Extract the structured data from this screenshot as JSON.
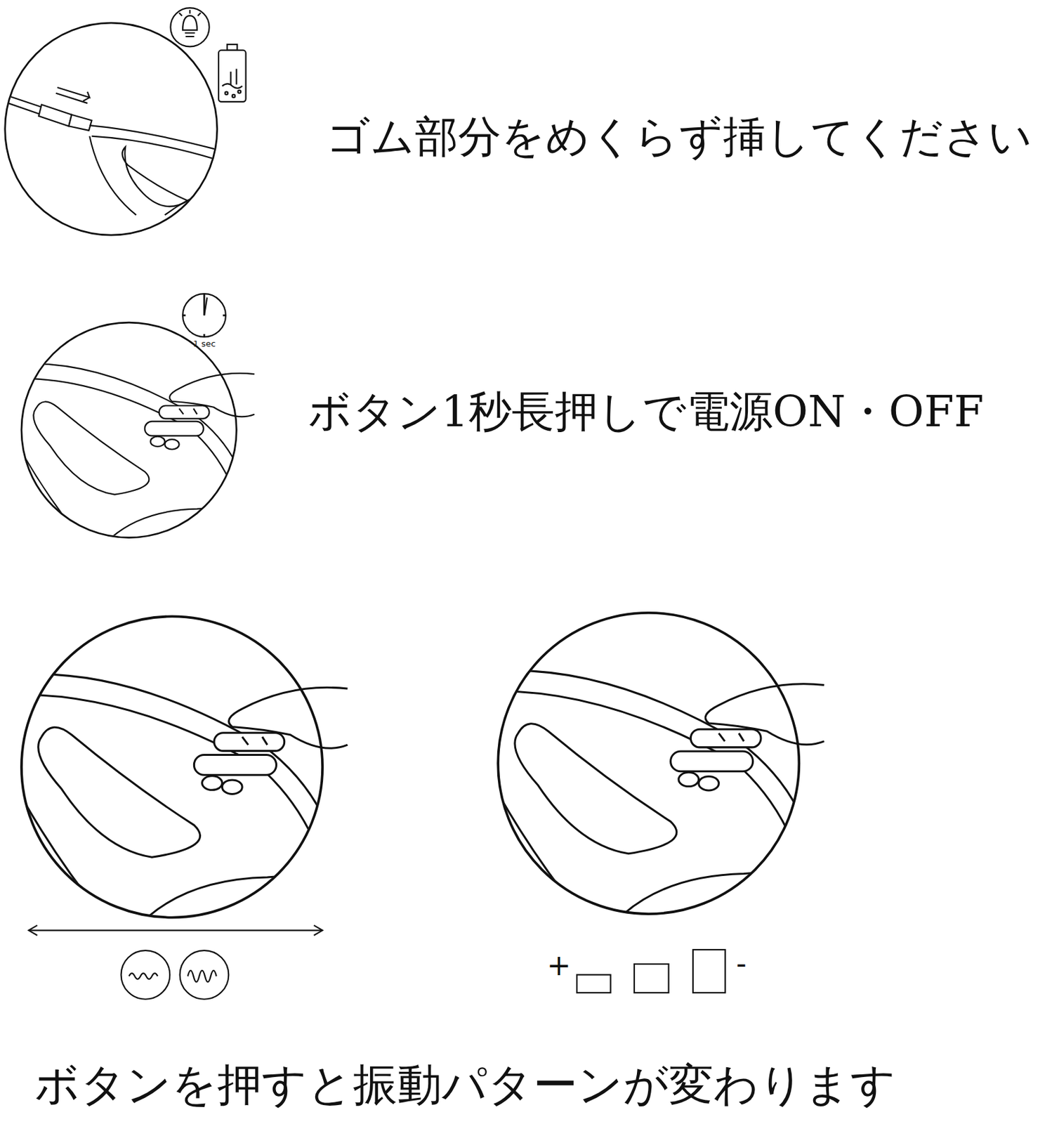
{
  "diagram": {
    "labels": [
      "ゴム部分をめくらず挿してください",
      "1 sec",
      "ボタン1秒長押しで電源ON・OFF",
      "+",
      "-",
      "ボタンを押すと振動パターンが変わります"
    ]
  }
}
